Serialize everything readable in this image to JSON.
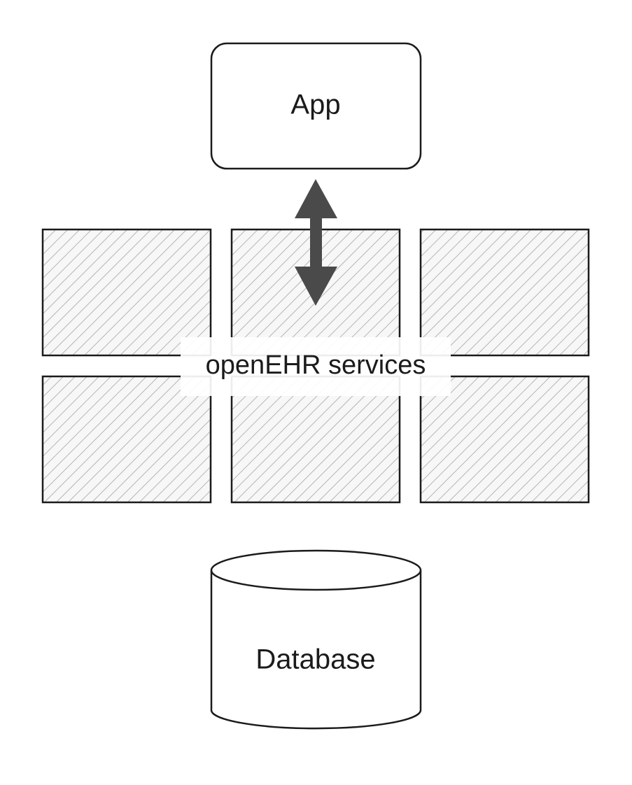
{
  "diagram": {
    "app": {
      "label": "App"
    },
    "services": {
      "label": "openEHR services",
      "tile_count": 6
    },
    "database": {
      "label": "Database"
    },
    "connector": {
      "type": "bidirectional-arrow",
      "between": [
        "App",
        "openEHR services"
      ]
    }
  },
  "colors": {
    "stroke": "#1b1b1b",
    "hatch": "#b5b5b5",
    "arrow": "#4a4a4a",
    "background": "#ffffff"
  }
}
